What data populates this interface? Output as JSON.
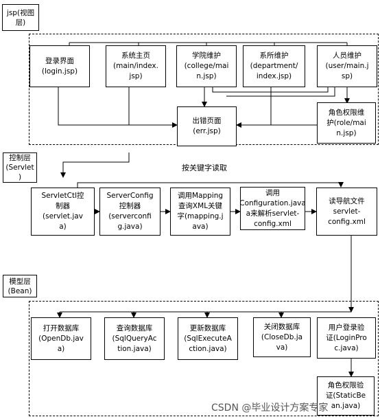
{
  "layers": {
    "view": "jsp(视图\n层)",
    "controller": "控制层\n(Servlet\n)",
    "model": "模型层\n(Bean)"
  },
  "view_boxes": {
    "login": "登录界面\n(login.jsp)",
    "main": "系统主页\n(main/index.\njsp)",
    "college": "学院维护\n(college/mai\nn.jsp)",
    "department": "系所维护\n(department/\nindex.jsp)",
    "user": "人员维护\n(user/main.j\nsp)",
    "role": "角色权限维\n护(role/mai\nn.jsp)",
    "err": "出错页面\n(err.jsp)"
  },
  "controller_boxes": {
    "servletctl": "ServletCtl控\n制器\n(servlet.jav\na)",
    "serverconfig": "ServerConfig\n控制器\n(serverconfi\ng.java)",
    "mapping": "调用Mapping\n查询XML关键\n字(mapping.j\nava)",
    "configuration": "调用\nConfiguration.java\na来解析servlet-\nconfig.xml",
    "navfile": "读导航文件\nservlet-\nconfig.xml"
  },
  "key_label": "按关键字读取",
  "model_boxes": {
    "opendb": "打开数据库\n(OpenDb.jav\na)",
    "query": "查询数据库\n(SqlQueryAc\ntion.java)",
    "update": "更新数据库\n(SqlExecuteA\nction.java)",
    "close": "关闭数据库\n(CloseDb.ja\nva)",
    "loginproc": "用户登录验\n证(LoginPro\nc.java)",
    "static": "角色权限验\n证(StaticBe\nan.java)"
  },
  "watermark": "CSDN @毕业设计方案专家"
}
